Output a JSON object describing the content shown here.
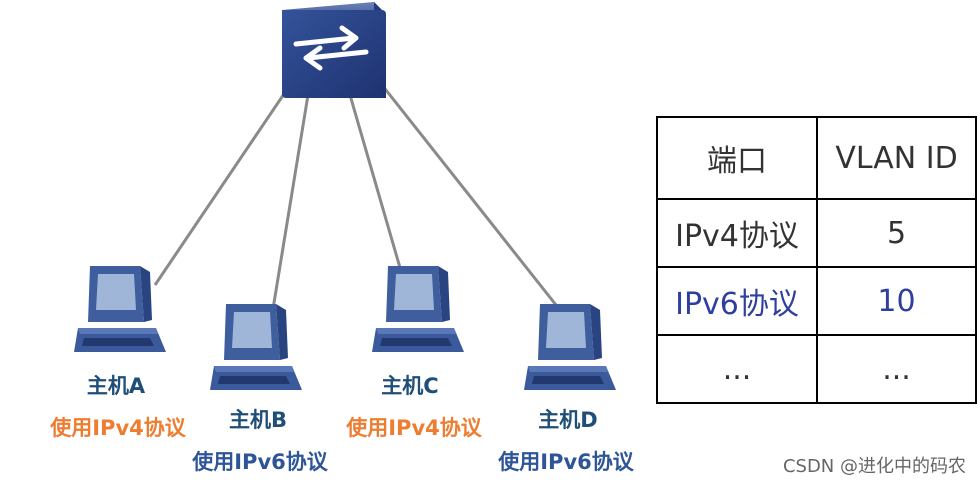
{
  "hosts": [
    {
      "name": "主机A",
      "protocol": "使用IPv4协议"
    },
    {
      "name": "主机B",
      "protocol": "使用IPv6协议"
    },
    {
      "name": "主机C",
      "protocol": "使用IPv4协议"
    },
    {
      "name": "主机D",
      "protocol": "使用IPv6协议"
    }
  ],
  "colors": {
    "ipv4": "#ed7d31",
    "ipv6": "#2e5597",
    "link": "#808080",
    "switch": "#2f4d8e"
  },
  "table": {
    "header": {
      "port": "端口",
      "vlan": "VLAN ID"
    },
    "rows": [
      {
        "port": "IPv4协议",
        "vlan": "5"
      },
      {
        "port": "IPv6协议",
        "vlan": "10"
      },
      {
        "port": "...",
        "vlan": "..."
      }
    ]
  },
  "watermark": "CSDN @进化中的码农"
}
